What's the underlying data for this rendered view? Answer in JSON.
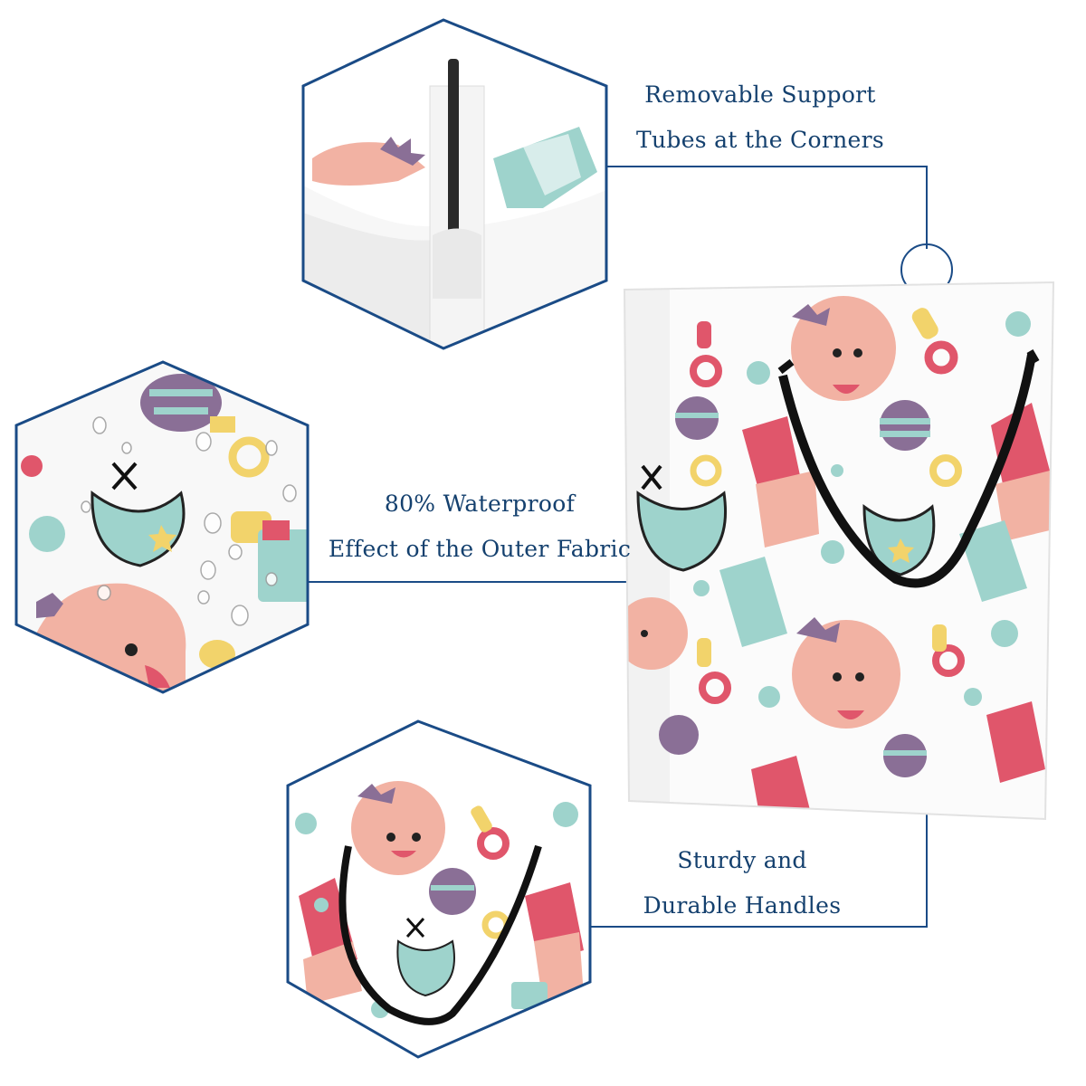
{
  "callouts": {
    "support_tubes": {
      "line1": "Removable Support",
      "line2": "Tubes at the Corners"
    },
    "waterproof": {
      "line1": "80% Waterproof",
      "line2": "Effect of the Outer Fabric"
    },
    "handles": {
      "line1": "Sturdy and",
      "line2": "Durable Handles"
    }
  },
  "colors": {
    "accent_line": "#1a4b86",
    "text": "#14406e",
    "baby_pink": "#f2b2a3",
    "rattle_purple": "#8a6f96",
    "teal": "#9ed3cc",
    "pacifier_red": "#e0566b",
    "yellow": "#f2d36b",
    "handle_black": "#111111"
  },
  "icons": [
    "support-tube-detail",
    "waterproof-fabric-detail",
    "handle-detail",
    "laundry-hamper"
  ]
}
